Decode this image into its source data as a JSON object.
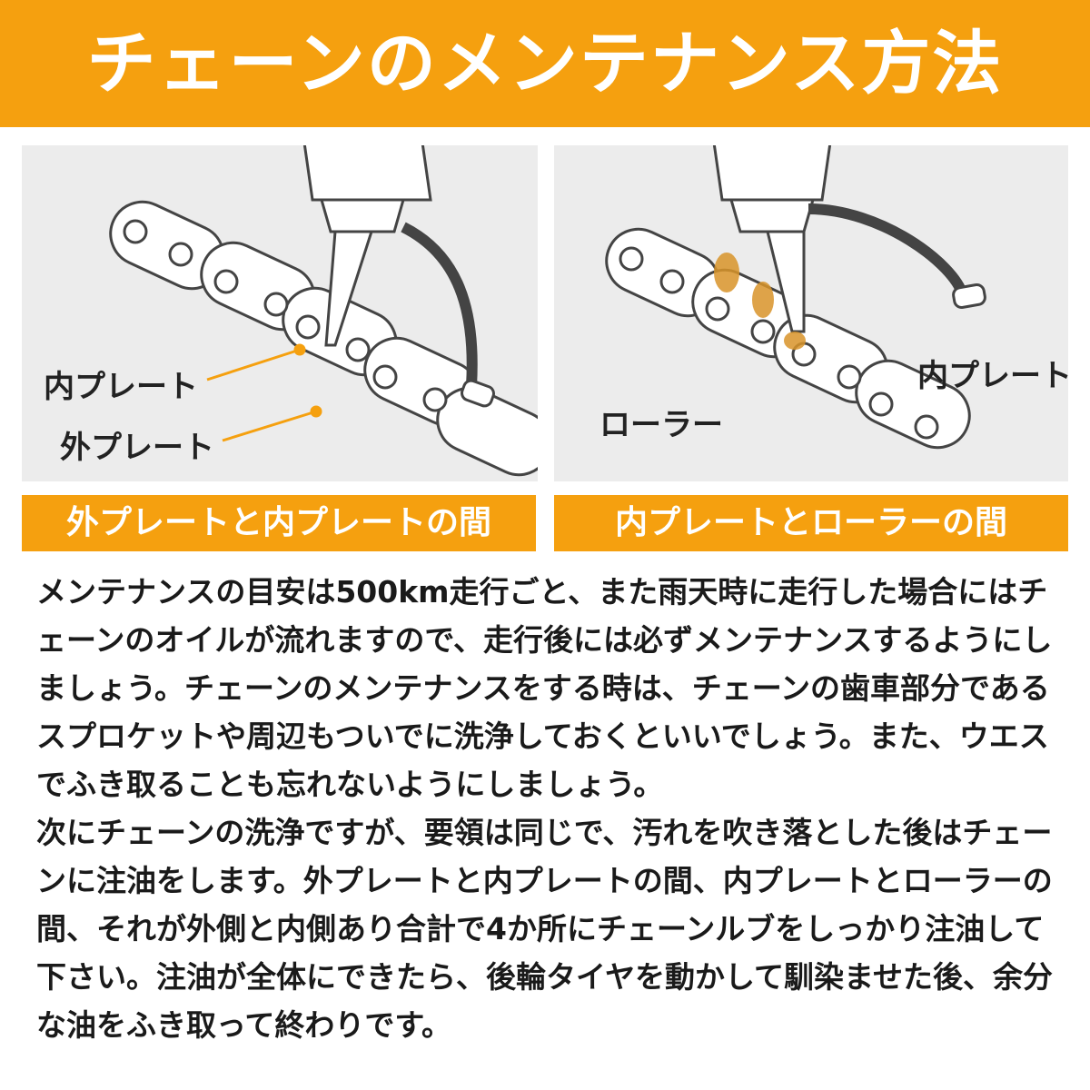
{
  "header": {
    "title": "チェーンのメンテナンス方法"
  },
  "panels": [
    {
      "caption": "外プレートと内プレートの間",
      "labels": [
        "内プレート",
        "外プレート"
      ]
    },
    {
      "caption": "内プレートとローラーの間",
      "labels": [
        "内プレート",
        "ローラー"
      ]
    }
  ],
  "body": {
    "paragraph1": "メンテナンスの目安は500km走行ごと、また雨天時に走行した場合にはチェーンのオイルが流れますので、走行後には必ずメンテナンスするようにしましょう。チェーンのメンテナンスをする時は、チェーンの歯車部分であるスプロケットや周辺もついでに洗浄しておくといいでしょう。また、ウエスでふき取ることも忘れないようにしましょう。",
    "paragraph2": "次にチェーンの洗浄ですが、要領は同じで、汚れを吹き落とした後はチェーンに注油をします。外プレートと内プレートの間、内プレートとローラーの間、それが外側と内側あり合計で4か所にチェーンルブをしっかり注油して下さい。注油が全体にできたら、後輪タイヤを動かして馴染ませた後、余分な油をふき取って終わりです。"
  },
  "colors": {
    "accent": "#f5a00f",
    "panel_bg": "#ececec",
    "oil": "#d9942a"
  }
}
